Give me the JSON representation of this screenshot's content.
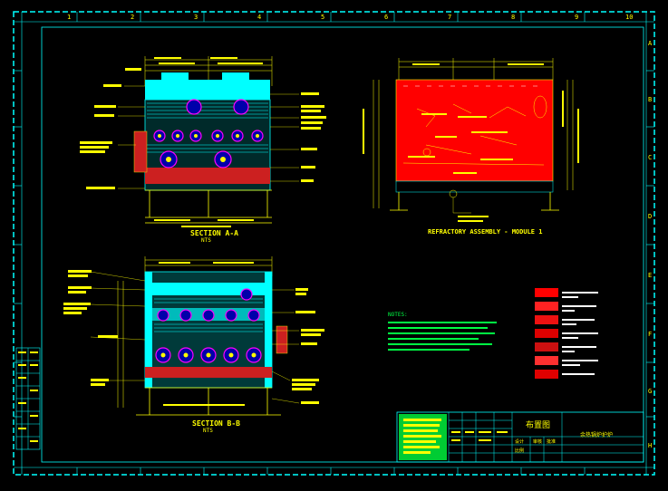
{
  "drawing": {
    "section_aa": {
      "title": "SECTION  A-A",
      "subtitle": "NTS"
    },
    "section_bb": {
      "title": "SECTION  B-B",
      "subtitle": "NTS"
    },
    "refractory": {
      "title": "REFRACTORY ASSEMBLY - MODULE 1"
    },
    "notes_title": "NOTES:",
    "col_numbers": [
      "1",
      "2",
      "3",
      "4",
      "5",
      "6",
      "7",
      "8",
      "9",
      "10"
    ],
    "row_letters": [
      "A",
      "B",
      "C",
      "D",
      "E",
      "F",
      "G",
      "H"
    ]
  },
  "title_block": {
    "drawing_title": "布置图",
    "project": "余热锅炉护炉",
    "sign_fields": [
      "设计",
      "审核",
      "批准",
      "比例"
    ]
  },
  "legend": {
    "items": [
      {
        "color": "#ff0000"
      },
      {
        "color": "#ff2222"
      },
      {
        "color": "#ee1111"
      },
      {
        "color": "#dd0000"
      },
      {
        "color": "#cc1010"
      },
      {
        "color": "#ff3030"
      },
      {
        "color": "#e00000"
      }
    ]
  },
  "colors": {
    "border": "#00ffff",
    "text": "#ffff00",
    "refractory": "#ff0000",
    "section_fill": "#00ffff",
    "notes": "#00ff44"
  }
}
